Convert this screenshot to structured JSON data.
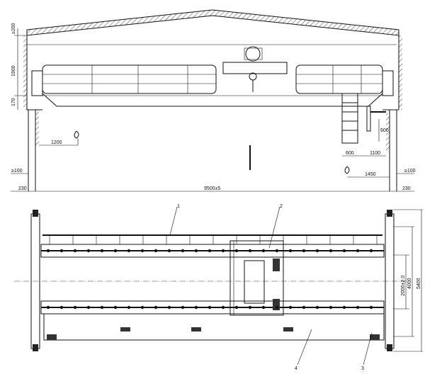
{
  "elevation_view": {
    "dimensions": {
      "roof_clearance": "≥200",
      "crane_height": "1900",
      "rail_height": "170",
      "left_hook_approach": "1200",
      "left_side_clearance": "≥100",
      "left_wall_offset": "230",
      "span": "9500±5",
      "ladder_width": "600",
      "ladder_offset": "1100",
      "platform_height": "600",
      "right_hook_approach": "1450",
      "right_side_clearance": "≥100",
      "right_wall_offset": "230"
    }
  },
  "plan_view": {
    "callouts": [
      "1",
      "2",
      "3",
      "4"
    ],
    "dimensions": {
      "rail_gauge": "2000±2.0",
      "wheel_base": "4000",
      "overall_width": "5400"
    }
  }
}
